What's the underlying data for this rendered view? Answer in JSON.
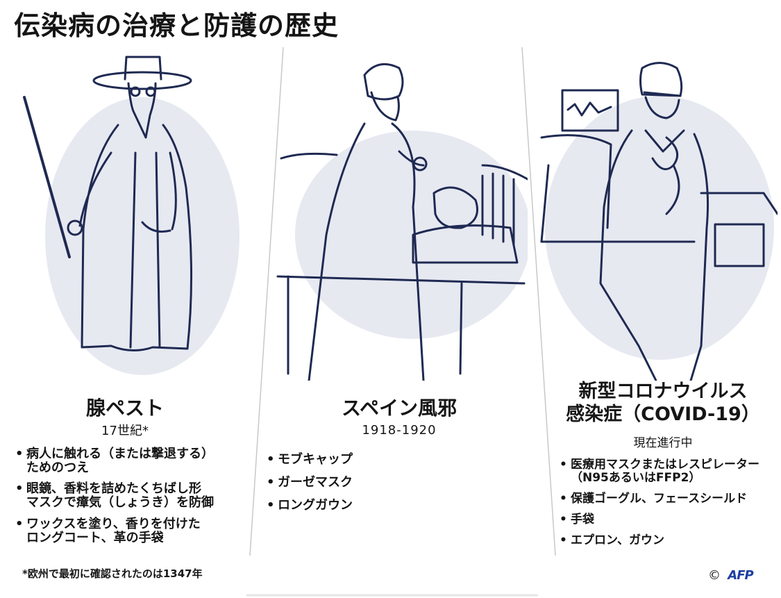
{
  "title": "伝染病の治療と防護の歴史",
  "panels": [
    {
      "heading": [
        "腺ペスト"
      ],
      "period": "17世紀*",
      "figure_icon": "plague-doctor-illustration",
      "items": [
        [
          "病人に触れる（または撃退する）",
          "ためのつえ"
        ],
        [
          "眼鏡、香料を詰めたくちばし形",
          "マスクで瘴気（しょうき）を防御"
        ],
        [
          "ワックスを塗り、香りを付けた",
          "ロングコート、革の手袋"
        ]
      ]
    },
    {
      "heading": [
        "スペイン風邪"
      ],
      "period": "1918-1920",
      "figure_icon": "nurse-and-patient-illustration",
      "items": [
        [
          "モブキャップ"
        ],
        [
          "ガーゼマスク"
        ],
        [
          "ロングガウン"
        ]
      ]
    },
    {
      "heading": [
        "新型コロナウイルス",
        "感染症（COVID-19）"
      ],
      "period": "現在進行中",
      "figure_icon": "medical-worker-illustration",
      "items": [
        [
          "医療用マスクまたはレスピレーター",
          "（N95あるいはFFP2）"
        ],
        [
          "保護ゴーグル、フェースシールド"
        ],
        [
          "手袋"
        ],
        [
          "エプロン、ガウン"
        ]
      ]
    }
  ],
  "footnote": "*欧州で最初に確認されたのは1347年",
  "credit": {
    "symbol": "©",
    "brand": "AFP"
  },
  "colors": {
    "ink": "#1f2a52",
    "shadow": "#b9bfd8",
    "text": "#151515",
    "brand": "#1d3ea0"
  }
}
